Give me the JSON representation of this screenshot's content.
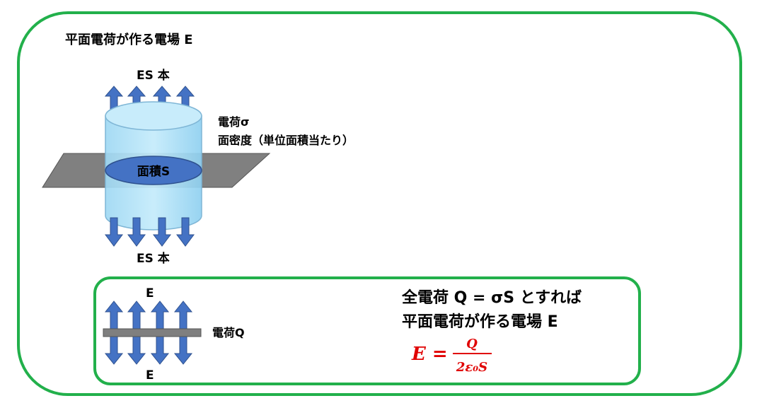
{
  "title": "平面電荷が作る電場 E",
  "top_figure": {
    "es_top": "ES 本",
    "es_bottom": "ES 本",
    "charge_label": "電荷σ",
    "density_label": "面密度（単位面積当たり）",
    "area_label": "面積S"
  },
  "bottom_figure": {
    "e_top": "E",
    "e_bottom": "E",
    "charge_label": "電荷Q"
  },
  "formula": {
    "line1": "全電荷 Q = σS とすれば",
    "line2": "平面電荷が作る電場 E",
    "lhs": "E =",
    "numerator": "Q",
    "denominator": "2ε₀S"
  },
  "colors": {
    "frame": "#22b04b",
    "arrow": "#4472c4",
    "cylinder": "#a6dcf5",
    "ellipse": "#4472c4",
    "plane": "#808080",
    "formula": "#e00000"
  }
}
